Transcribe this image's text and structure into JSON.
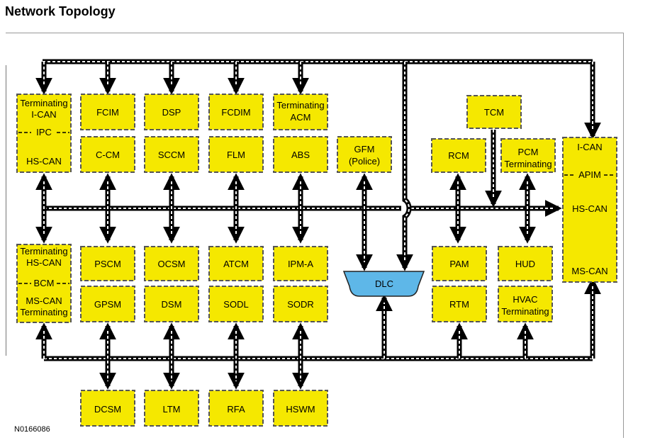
{
  "title": "Network Topology",
  "figure_id": "N0166086",
  "colors": {
    "module_fill": "#f5e800",
    "module_border": "#555555",
    "dlc_fill": "#5eb7e8",
    "bus": "#000000"
  },
  "modules": {
    "ipc": {
      "top": "Terminating",
      "top2": "I-CAN",
      "mid": "IPC",
      "bottom": "HS-CAN"
    },
    "fcim": "FCIM",
    "dsp": "DSP",
    "fcdim": "FCDIM",
    "acm": {
      "line1": "Terminating",
      "line2": "ACM"
    },
    "ccm": "C-CM",
    "sccm": "SCCM",
    "flm": "FLM",
    "abs": "ABS",
    "gfm": {
      "line1": "GFM",
      "line2": "(Police)"
    },
    "tcm": "TCM",
    "rcm": "RCM",
    "pcm": {
      "line1": "PCM",
      "line2": "Terminating"
    },
    "apim": {
      "top": "I-CAN",
      "mid": "APIM",
      "hs": "HS-CAN",
      "ms": "MS-CAN"
    },
    "bcm": {
      "top": "Terminating",
      "top2": "HS-CAN",
      "mid": "BCM",
      "bottom": "MS-CAN",
      "bottom2": "Terminating"
    },
    "pscm": "PSCM",
    "ocsm": "OCSM",
    "atcm": "ATCM",
    "ipma": "IPM-A",
    "gpsm": "GPSM",
    "dsm": "DSM",
    "sodl": "SODL",
    "sodr": "SODR",
    "dlc": "DLC",
    "pam": "PAM",
    "rtm": "RTM",
    "hud": "HUD",
    "hvac": {
      "line1": "HVAC",
      "line2": "Terminating"
    },
    "dcsm": "DCSM",
    "ltm": "LTM",
    "rfa": "RFA",
    "hswm": "HSWM"
  }
}
